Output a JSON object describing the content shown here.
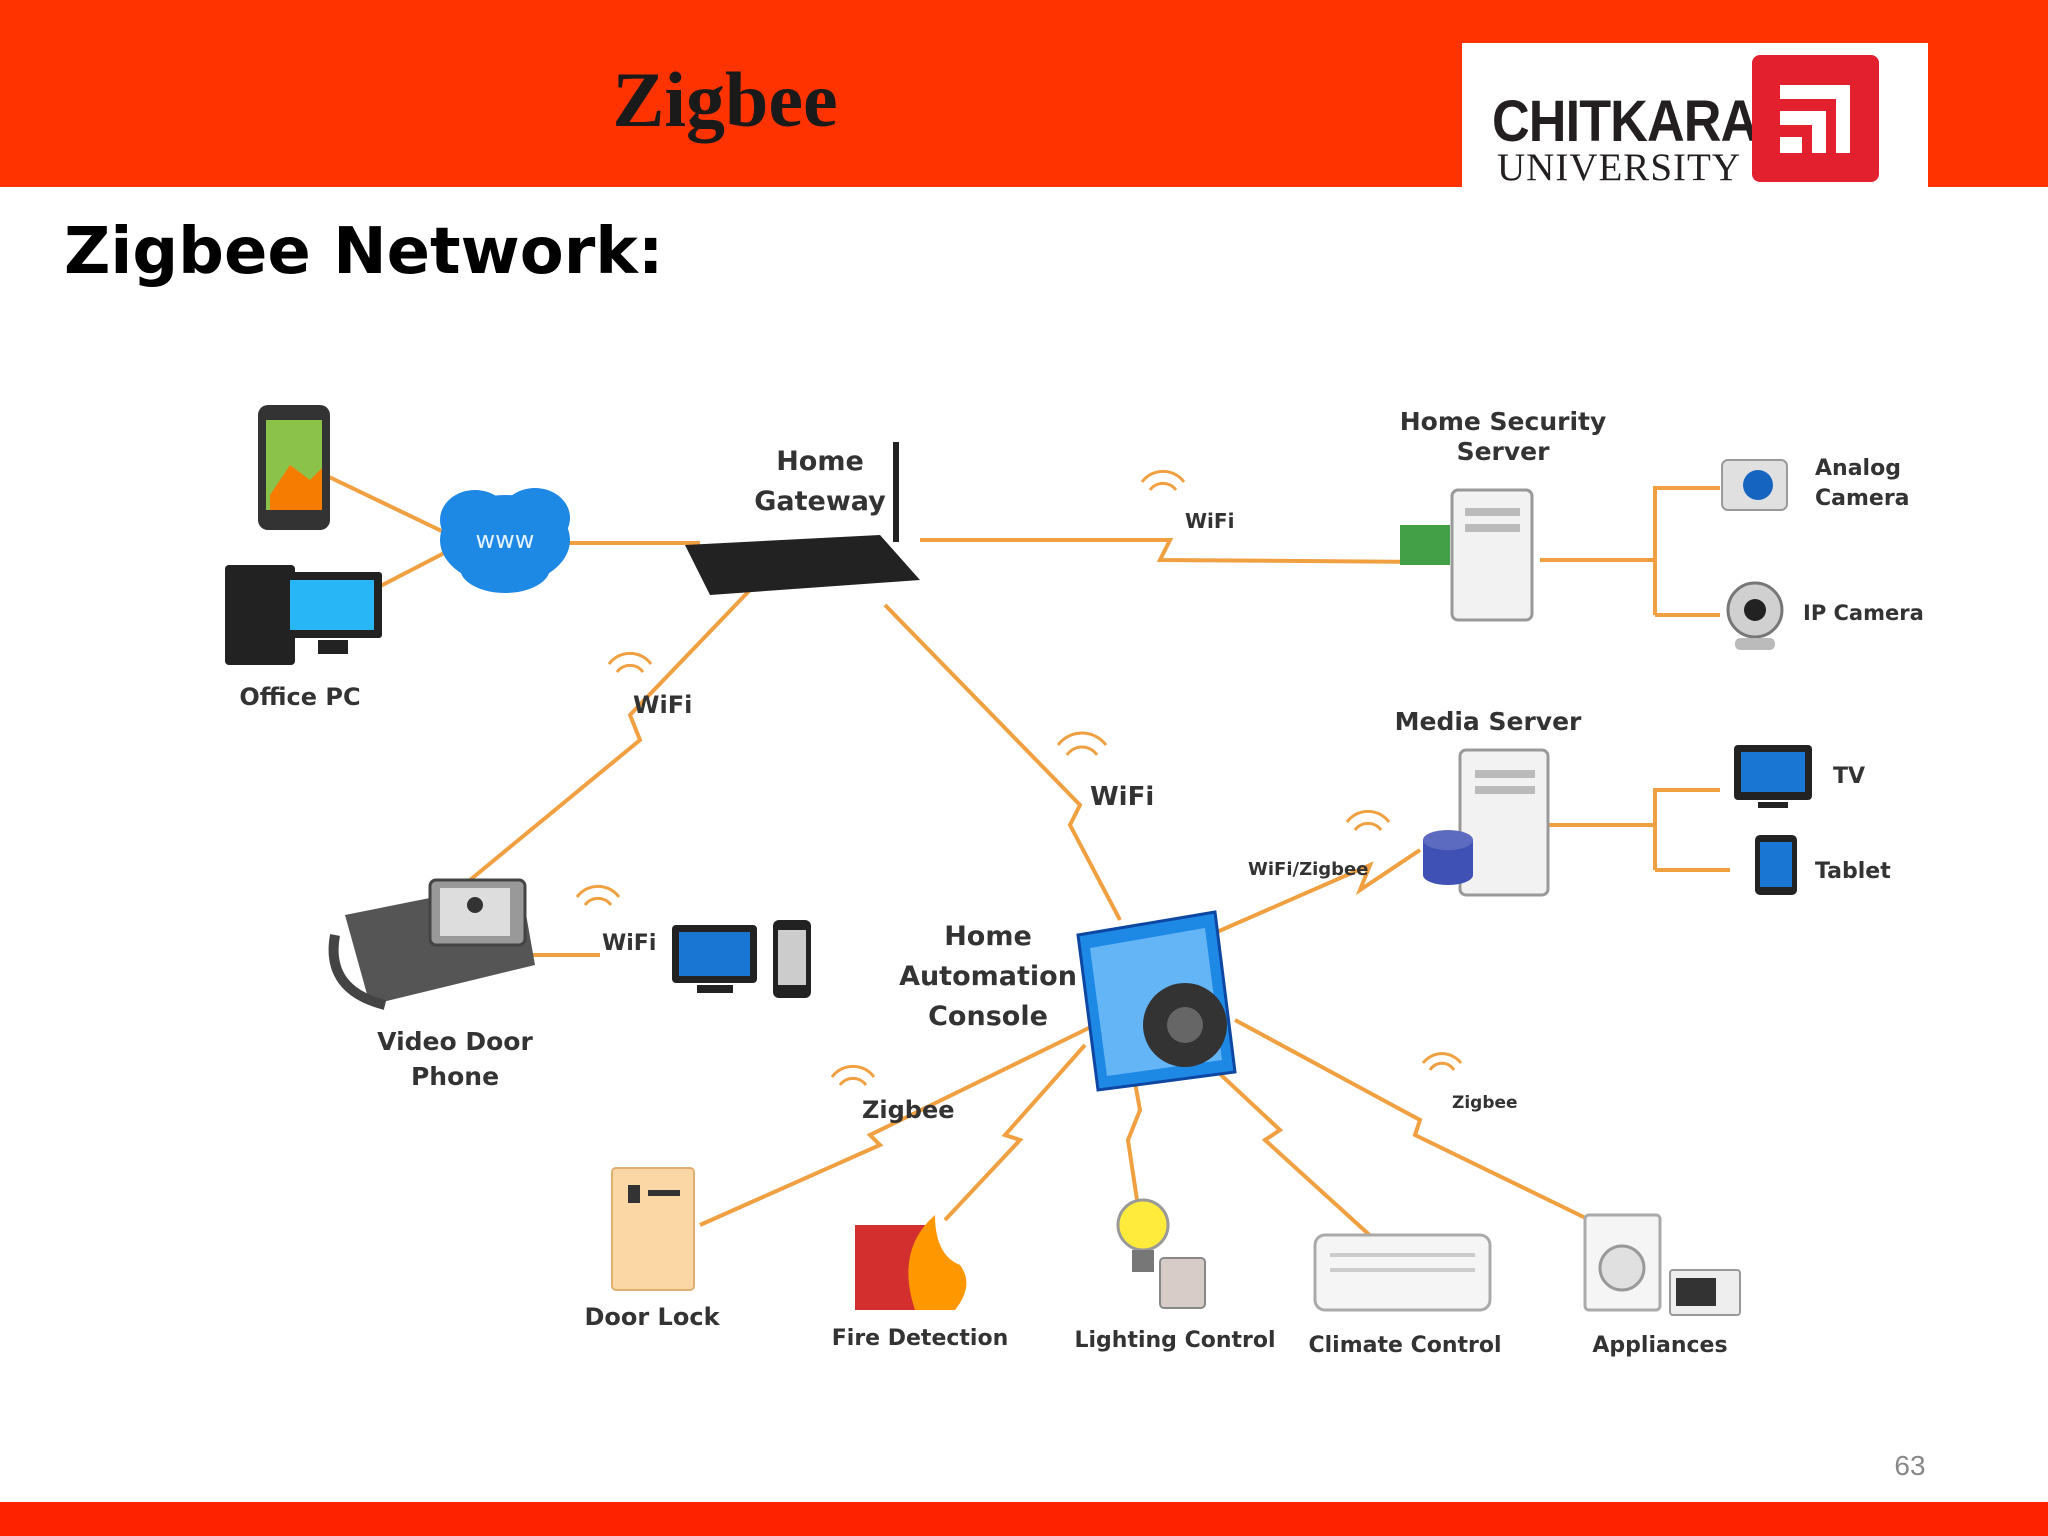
{
  "slide": {
    "title": "Zigbee",
    "subtitle": "Zigbee Network:",
    "page_number": "63"
  },
  "logo": {
    "word1": "CHITKARA",
    "word2": "UNIVERSITY",
    "brand_color": "#e3202d"
  },
  "colors": {
    "header_bar": "#ff3300",
    "footer_bar": "#ff2200",
    "link_line": "#f0a040"
  },
  "diagram": {
    "nodes": {
      "home_gateway": [
        "Home",
        "Gateway"
      ],
      "office_pc": "Office PC",
      "home_security_server": [
        "Home Security",
        "Server"
      ],
      "analog_camera": [
        "Analog",
        "Camera"
      ],
      "ip_camera": "IP Camera",
      "media_server": "Media Server",
      "tv": "TV",
      "tablet": "Tablet",
      "video_door_phone": [
        "Video Door",
        "Phone"
      ],
      "home_automation_console": [
        "Home",
        "Automation",
        "Console"
      ],
      "door_lock": "Door Lock",
      "fire_detection": "Fire Detection",
      "lighting_control": "Lighting Control",
      "climate_control": "Climate Control",
      "appliances": "Appliances"
    },
    "cloud_text": "www",
    "links": {
      "wifi": "WiFi",
      "wifi_zigbee": "WiFi/Zigbee",
      "zigbee": "Zigbee"
    }
  }
}
